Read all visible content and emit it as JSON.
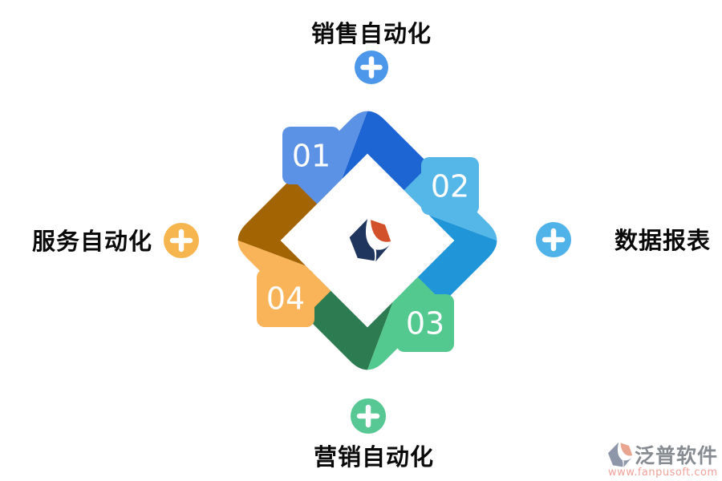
{
  "diagram": {
    "steps": [
      {
        "num": "01",
        "label": "销售自动化",
        "position": "top",
        "ribbon_light": "#5C92E5",
        "ribbon_dark": "#1E65D4",
        "plus_color": "#4C97E9"
      },
      {
        "num": "02",
        "label": "数据报表",
        "position": "right",
        "ribbon_light": "#55B6E8",
        "ribbon_dark": "#2095D8",
        "plus_color": "#4FB2E8"
      },
      {
        "num": "03",
        "label": "营销自动化",
        "position": "bottom",
        "ribbon_light": "#53C98F",
        "ribbon_dark": "#2D7B50",
        "plus_color": "#57C893"
      },
      {
        "num": "04",
        "label": "服务自动化",
        "position": "left",
        "ribbon_light": "#F9B45A",
        "ribbon_dark": "#A36503",
        "plus_color": "#F6B54E"
      }
    ],
    "center_logo": {
      "navy": "#1F355E",
      "orange": "#D2512A"
    }
  },
  "watermark": {
    "brand": "泛普软件",
    "url": "www.fanpusoft.com",
    "brand_color": "#878C92",
    "url_color": "#F0A29A",
    "glyph_navy": "#8E96AA",
    "glyph_orange": "#E9A58F"
  }
}
